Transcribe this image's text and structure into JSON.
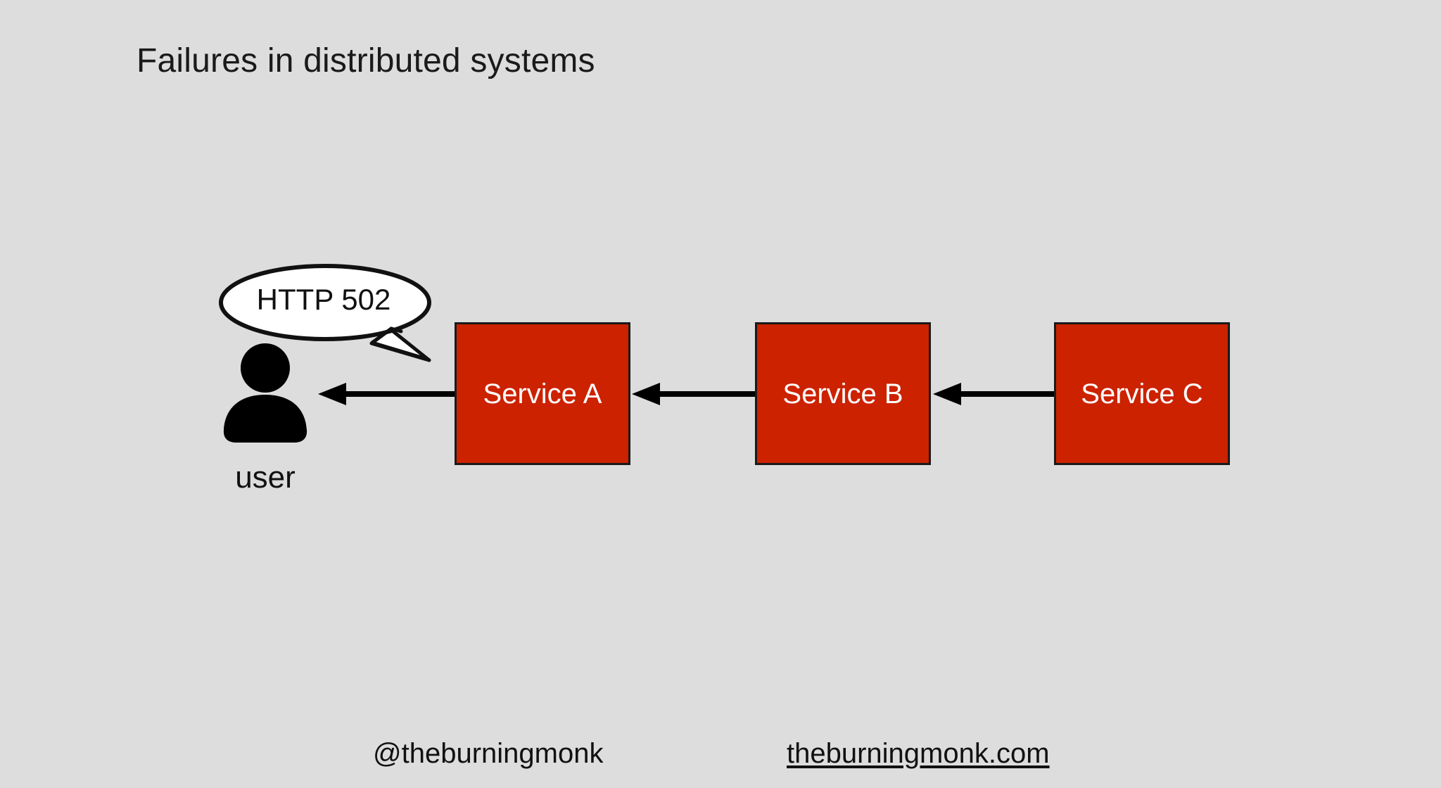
{
  "slide": {
    "title": "Failures in distributed systems",
    "background_color": "#dddddd",
    "text_color": "#111111"
  },
  "diagram": {
    "type": "flow",
    "bubble": {
      "text": "HTTP 502",
      "fill": "#ffffff",
      "stroke": "#111111",
      "tail_direction": "down-right"
    },
    "actor": {
      "icon": "user-icon",
      "label": "user",
      "color": "#000000"
    },
    "nodes": [
      {
        "label": "Service A",
        "fill": "#cc2200",
        "border": "#1a1a1a",
        "text_color": "#ffffff"
      },
      {
        "label": "Service B",
        "fill": "#cc2200",
        "border": "#1a1a1a",
        "text_color": "#ffffff"
      },
      {
        "label": "Service C",
        "fill": "#cc2200",
        "border": "#1a1a1a",
        "text_color": "#ffffff"
      }
    ],
    "edges": [
      {
        "from": "Service A",
        "to": "user",
        "direction": "left",
        "color": "#000000"
      },
      {
        "from": "Service B",
        "to": "Service A",
        "direction": "left",
        "color": "#000000"
      },
      {
        "from": "Service C",
        "to": "Service B",
        "direction": "left",
        "color": "#000000"
      }
    ]
  },
  "footer": {
    "handle": "@theburningmonk",
    "site": "theburningmonk.com"
  }
}
